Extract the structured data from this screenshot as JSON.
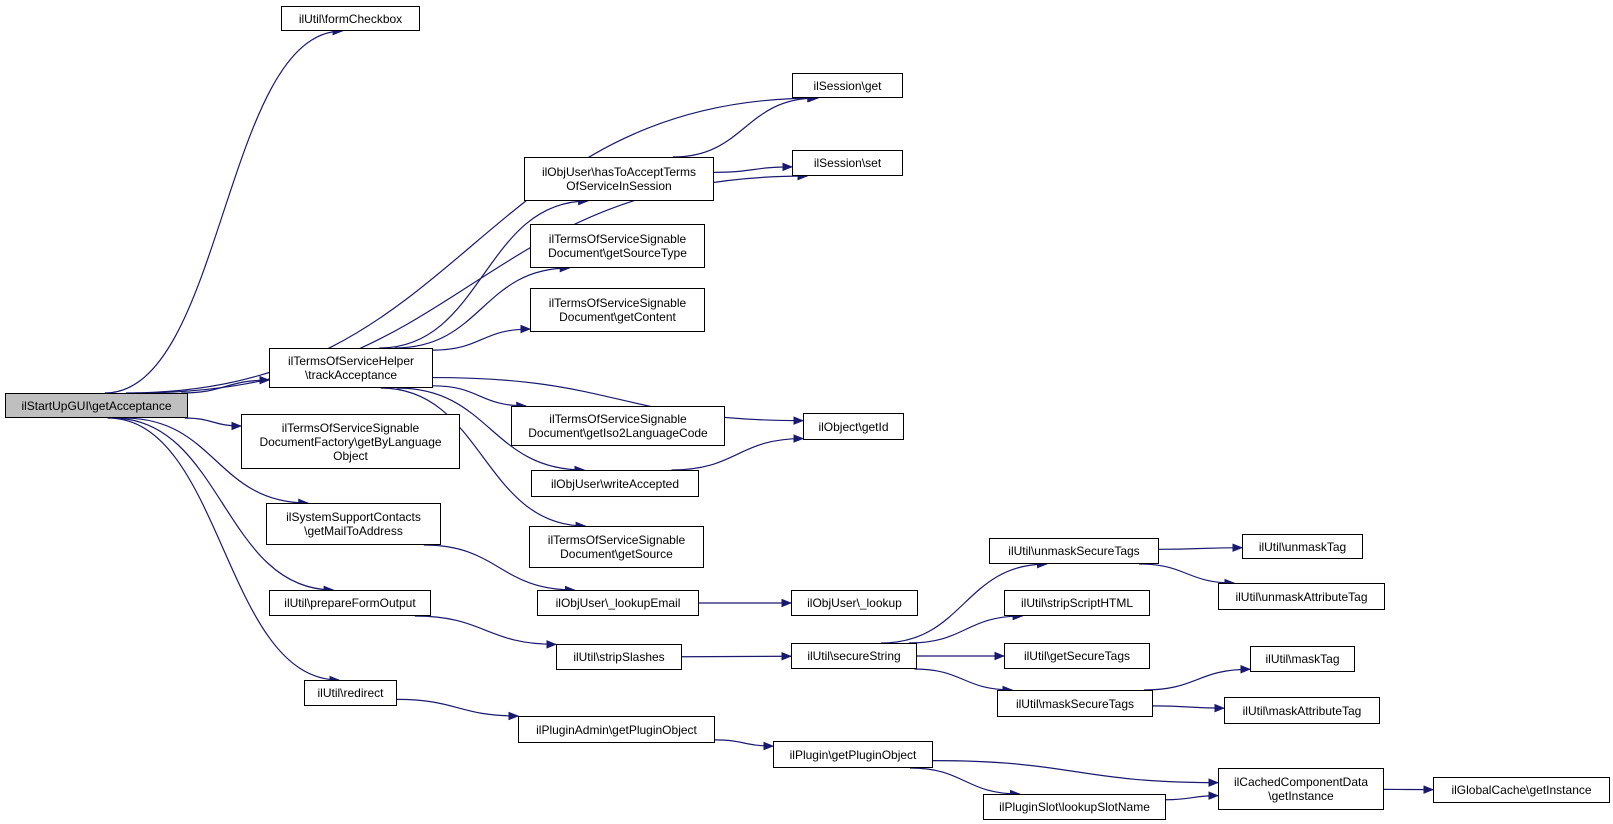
{
  "diagram": {
    "type": "call-graph",
    "colors": {
      "edge": "#191970",
      "node_border": "#000000",
      "root_fill": "#bfbfbf",
      "node_fill": "#ffffff"
    },
    "nodes": [
      {
        "id": "root",
        "label": "ilStartUpGUI\\getAcceptance"
      },
      {
        "id": "formCheckbox",
        "label": "ilUtil\\formCheckbox"
      },
      {
        "id": "sessGet",
        "label": "ilSession\\get"
      },
      {
        "id": "sessSet",
        "label": "ilSession\\set"
      },
      {
        "id": "hasToAccept",
        "label": "ilObjUser\\hasToAcceptTerms\nOfServiceInSession"
      },
      {
        "id": "getSourceType",
        "label": "ilTermsOfServiceSignable\nDocument\\getSourceType"
      },
      {
        "id": "getContent",
        "label": "ilTermsOfServiceSignable\nDocument\\getContent"
      },
      {
        "id": "trackAcceptance",
        "label": "ilTermsOfServiceHelper\n\\trackAcceptance"
      },
      {
        "id": "getByLanguage",
        "label": "ilTermsOfServiceSignable\nDocumentFactory\\getByLanguage\nObject"
      },
      {
        "id": "getIso2",
        "label": "ilTermsOfServiceSignable\nDocument\\getIso2LanguageCode"
      },
      {
        "id": "getId",
        "label": "ilObject\\getId"
      },
      {
        "id": "writeAccepted",
        "label": "ilObjUser\\writeAccepted"
      },
      {
        "id": "mailTo",
        "label": "ilSystemSupportContacts\n\\getMailToAddress"
      },
      {
        "id": "getSource",
        "label": "ilTermsOfServiceSignable\nDocument\\getSource"
      },
      {
        "id": "unmaskSecure",
        "label": "ilUtil\\unmaskSecureTags"
      },
      {
        "id": "unmaskTag",
        "label": "ilUtil\\unmaskTag"
      },
      {
        "id": "unmaskAttr",
        "label": "ilUtil\\unmaskAttributeTag"
      },
      {
        "id": "prepareForm",
        "label": "ilUtil\\prepareFormOutput"
      },
      {
        "id": "lookupEmail",
        "label": "ilObjUser\\_lookupEmail"
      },
      {
        "id": "lookup",
        "label": "ilObjUser\\_lookup"
      },
      {
        "id": "stripScript",
        "label": "ilUtil\\stripScriptHTML"
      },
      {
        "id": "stripSlashes",
        "label": "ilUtil\\stripSlashes"
      },
      {
        "id": "secureString",
        "label": "ilUtil\\secureString"
      },
      {
        "id": "getSecureTags",
        "label": "ilUtil\\getSecureTags"
      },
      {
        "id": "maskTag",
        "label": "ilUtil\\maskTag"
      },
      {
        "id": "redirect",
        "label": "ilUtil\\redirect"
      },
      {
        "id": "maskSecure",
        "label": "ilUtil\\maskSecureTags"
      },
      {
        "id": "maskAttr",
        "label": "ilUtil\\maskAttributeTag"
      },
      {
        "id": "pluginAdmin",
        "label": "ilPluginAdmin\\getPluginObject"
      },
      {
        "id": "pluginObj",
        "label": "ilPlugin\\getPluginObject"
      },
      {
        "id": "cached",
        "label": "ilCachedComponentData\n\\getInstance"
      },
      {
        "id": "globalCache",
        "label": "ilGlobalCache\\getInstance"
      },
      {
        "id": "lookupSlot",
        "label": "ilPluginSlot\\lookupSlotName"
      }
    ],
    "edges": [
      [
        "root",
        "formCheckbox"
      ],
      [
        "root",
        "sessGet"
      ],
      [
        "root",
        "sessSet"
      ],
      [
        "root",
        "trackAcceptance"
      ],
      [
        "root",
        "getByLanguage"
      ],
      [
        "root",
        "mailTo"
      ],
      [
        "root",
        "prepareForm"
      ],
      [
        "root",
        "redirect"
      ],
      [
        "trackAcceptance",
        "hasToAccept"
      ],
      [
        "trackAcceptance",
        "getSourceType"
      ],
      [
        "trackAcceptance",
        "getContent"
      ],
      [
        "trackAcceptance",
        "getId"
      ],
      [
        "trackAcceptance",
        "getIso2"
      ],
      [
        "trackAcceptance",
        "writeAccepted"
      ],
      [
        "trackAcceptance",
        "getSource"
      ],
      [
        "hasToAccept",
        "sessGet"
      ],
      [
        "hasToAccept",
        "sessSet"
      ],
      [
        "writeAccepted",
        "getId"
      ],
      [
        "mailTo",
        "lookupEmail"
      ],
      [
        "lookupEmail",
        "lookup"
      ],
      [
        "prepareForm",
        "stripSlashes"
      ],
      [
        "stripSlashes",
        "secureString"
      ],
      [
        "secureString",
        "unmaskSecure"
      ],
      [
        "secureString",
        "stripScript"
      ],
      [
        "secureString",
        "getSecureTags"
      ],
      [
        "secureString",
        "maskSecure"
      ],
      [
        "unmaskSecure",
        "unmaskTag"
      ],
      [
        "unmaskSecure",
        "unmaskAttr"
      ],
      [
        "maskSecure",
        "maskTag"
      ],
      [
        "maskSecure",
        "maskAttr"
      ],
      [
        "redirect",
        "pluginAdmin"
      ],
      [
        "pluginAdmin",
        "pluginObj"
      ],
      [
        "pluginObj",
        "cached"
      ],
      [
        "pluginObj",
        "lookupSlot"
      ],
      [
        "lookupSlot",
        "cached"
      ],
      [
        "cached",
        "globalCache"
      ]
    ]
  }
}
